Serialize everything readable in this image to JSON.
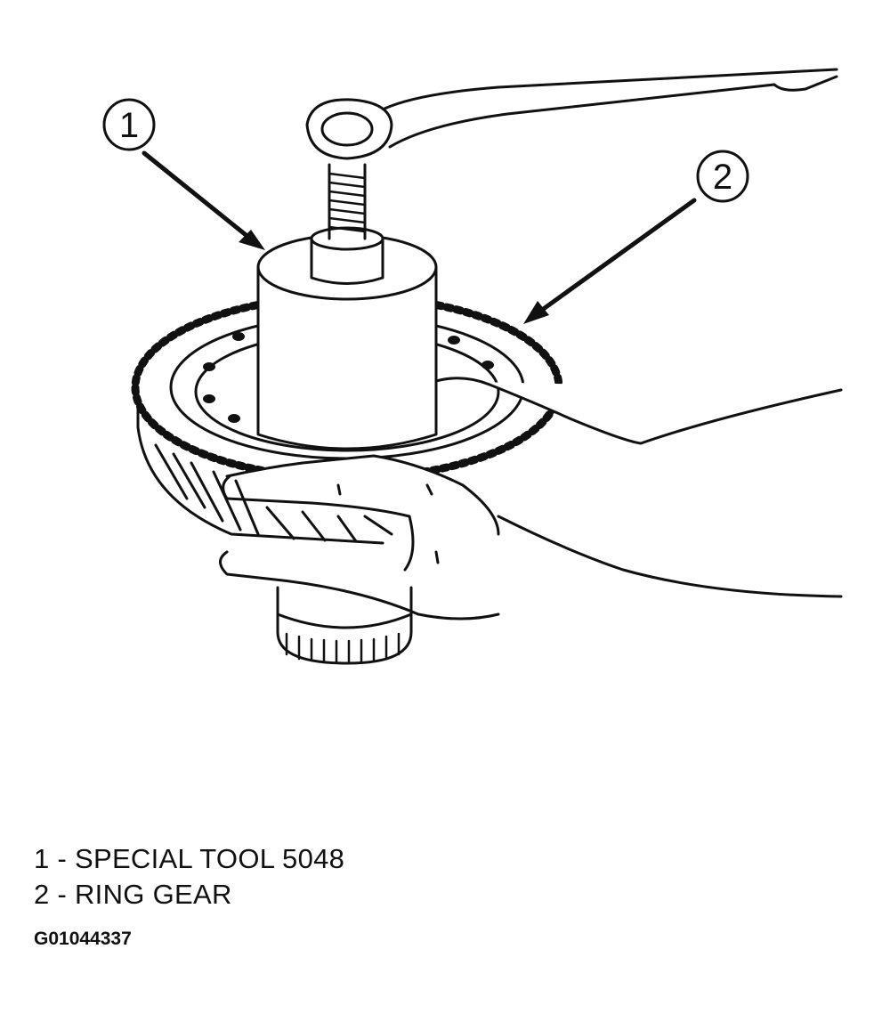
{
  "callouts": [
    {
      "number": "1"
    },
    {
      "number": "2"
    }
  ],
  "legend": [
    {
      "text": "1 - SPECIAL TOOL 5048"
    },
    {
      "text": "2 - RING GEAR"
    }
  ],
  "figure_id": "G01044337"
}
